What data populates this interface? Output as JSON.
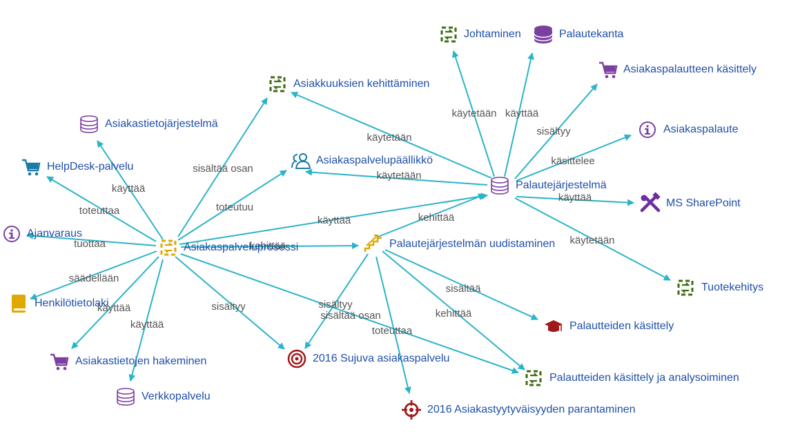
{
  "colors": {
    "edge": "#2bb3c8",
    "node_text": "#1f4fa8",
    "edge_text": "#555555",
    "process_green": "#3d6b12",
    "process_yellow": "#e0a800",
    "database_purple": "#7b3fa0",
    "cart_purple": "#7b3fa0",
    "cart_blue": "#1a7ba8",
    "target_red": "#a01818",
    "info_purple": "#7b3fa0",
    "person_teal": "#1a7ba8",
    "tools_purple": "#6a2fa0",
    "book_yellow": "#e0a800",
    "cap_red": "#a01818"
  },
  "nodes": [
    {
      "id": "johtaminen",
      "label": "Johtaminen",
      "icon": "process-icon",
      "color": "process_green"
    },
    {
      "id": "palautekanta",
      "label": "Palautekanta",
      "icon": "database-solid-icon",
      "color": "database_purple"
    },
    {
      "id": "asiakaspalautteen-kasittely",
      "label": "Asiakaspalautteen käsittely",
      "icon": "cart-icon",
      "color": "cart_purple"
    },
    {
      "id": "asiakkuuksien-kehittaminen",
      "label": "Asiakkuuksien kehittäminen",
      "icon": "process-icon",
      "color": "process_green"
    },
    {
      "id": "asiakastietojarjestelma",
      "label": "Asiakastietojärjestelmä",
      "icon": "database-icon",
      "color": "database_purple"
    },
    {
      "id": "asiakaspalaute",
      "label": "Asiakaspalaute",
      "icon": "info-icon",
      "color": "info_purple"
    },
    {
      "id": "helpdesk-palvelu",
      "label": "HelpDesk-palvelu",
      "icon": "cart-icon",
      "color": "cart_blue"
    },
    {
      "id": "asiakaspalvelupaallikko",
      "label": "Asiakaspalvelupäällikkö",
      "icon": "person-icon",
      "color": "person_teal"
    },
    {
      "id": "palautejarjestelma",
      "label": "Palautejärjestelmä",
      "icon": "database-icon",
      "color": "database_purple"
    },
    {
      "id": "ms-sharepoint",
      "label": "MS SharePoint",
      "icon": "tools-icon",
      "color": "tools_purple"
    },
    {
      "id": "ajanvaraus",
      "label": "Ajanvaraus",
      "icon": "info-icon",
      "color": "info_purple"
    },
    {
      "id": "asiakaspalveluprosessi",
      "label": "Asiakaspalveluprosessi",
      "icon": "process-icon",
      "color": "process_yellow"
    },
    {
      "id": "palautejarjestelman-uudistaminen",
      "label": "Palautejärjestelmän uudistaminen",
      "icon": "stairs-icon",
      "color": "process_yellow"
    },
    {
      "id": "tuotekehitys",
      "label": "Tuotekehitys",
      "icon": "process-icon",
      "color": "process_green"
    },
    {
      "id": "henkilotietolaki",
      "label": "Henkilötietolaki",
      "icon": "book-icon",
      "color": "book_yellow"
    },
    {
      "id": "palautteiden-kasittely",
      "label": "Palautteiden käsittely",
      "icon": "graduation-cap-icon",
      "color": "cap_red"
    },
    {
      "id": "sujuva-asiakaspalvelu",
      "label": "2016 Sujuva asiakaspalvelu",
      "icon": "target-icon",
      "color": "target_red"
    },
    {
      "id": "asiakastietojen-hakeminen",
      "label": "Asiakastietojen hakeminen",
      "icon": "cart-icon",
      "color": "cart_purple"
    },
    {
      "id": "palautteiden-kasittely-ja-analysoiminen",
      "label": "Palautteiden käsittely ja analysoiminen",
      "icon": "process-icon",
      "color": "process_green"
    },
    {
      "id": "verkkopalvelu",
      "label": "Verkkopalvelu",
      "icon": "database-icon",
      "color": "database_purple"
    },
    {
      "id": "asiakastyytyvaisyys",
      "label": "2016 Asiakastyytyväisyyden parantaminen",
      "icon": "crosshair-icon",
      "color": "target_red"
    }
  ],
  "edges": [
    {
      "from": "palautejarjestelma",
      "to": "johtaminen",
      "label": "käytetään"
    },
    {
      "from": "palautejarjestelma",
      "to": "palautekanta",
      "label": "käyttää"
    },
    {
      "from": "palautejarjestelma",
      "to": "asiakaspalautteen-kasittely",
      "label": "sisältyy"
    },
    {
      "from": "palautejarjestelma",
      "to": "asiakkuuksien-kehittaminen",
      "label": "käytetään"
    },
    {
      "from": "palautejarjestelma",
      "to": "asiakaspalaute",
      "label": "käsittelee"
    },
    {
      "from": "palautejarjestelma",
      "to": "asiakaspalvelupaallikko",
      "label": "käytetään"
    },
    {
      "from": "palautejarjestelma",
      "to": "ms-sharepoint",
      "label": "käyttää"
    },
    {
      "from": "palautejarjestelma",
      "to": "tuotekehitys",
      "label": "käytetään"
    },
    {
      "from": "asiakaspalveluprosessi",
      "to": "asiakkuuksien-kehittaminen",
      "label": "sisältää osan"
    },
    {
      "from": "asiakaspalveluprosessi",
      "to": "asiakastietojarjestelma",
      "label": "käyttää"
    },
    {
      "from": "asiakaspalveluprosessi",
      "to": "helpdesk-palvelu",
      "label": "toteuttaa"
    },
    {
      "from": "asiakaspalveluprosessi",
      "to": "asiakaspalvelupaallikko",
      "label": "toteutuu"
    },
    {
      "from": "asiakaspalveluprosessi",
      "to": "palautejarjestelma",
      "label": "käyttää"
    },
    {
      "from": "asiakaspalveluprosessi",
      "to": "ajanvaraus",
      "label": "tuottaa"
    },
    {
      "from": "asiakaspalveluprosessi",
      "to": "palautejarjestelman-uudistaminen",
      "label": "kehittää"
    },
    {
      "from": "asiakaspalveluprosessi",
      "to": "henkilotietolaki",
      "label": "säädellään"
    },
    {
      "from": "asiakaspalveluprosessi",
      "to": "asiakastietojen-hakeminen",
      "label": "käyttää"
    },
    {
      "from": "asiakaspalveluprosessi",
      "to": "verkkopalvelu",
      "label": "käyttää"
    },
    {
      "from": "asiakaspalveluprosessi",
      "to": "sujuva-asiakaspalvelu",
      "label": "sisältyy"
    },
    {
      "from": "asiakaspalveluprosessi",
      "to": "palautteiden-kasittely-ja-analysoiminen",
      "label": "sisältää osan"
    },
    {
      "from": "palautejarjestelman-uudistaminen",
      "to": "palautejarjestelma",
      "label": "kehittää"
    },
    {
      "from": "palautejarjestelman-uudistaminen",
      "to": "palautteiden-kasittely",
      "label": "sisältää"
    },
    {
      "from": "palautejarjestelman-uudistaminen",
      "to": "palautteiden-kasittely-ja-analysoiminen",
      "label": "kehittää"
    },
    {
      "from": "palautejarjestelman-uudistaminen",
      "to": "sujuva-asiakaspalvelu",
      "label": "sisältyy"
    },
    {
      "from": "palautejarjestelman-uudistaminen",
      "to": "asiakastyytyvaisyys",
      "label": "toteuttaa"
    }
  ]
}
